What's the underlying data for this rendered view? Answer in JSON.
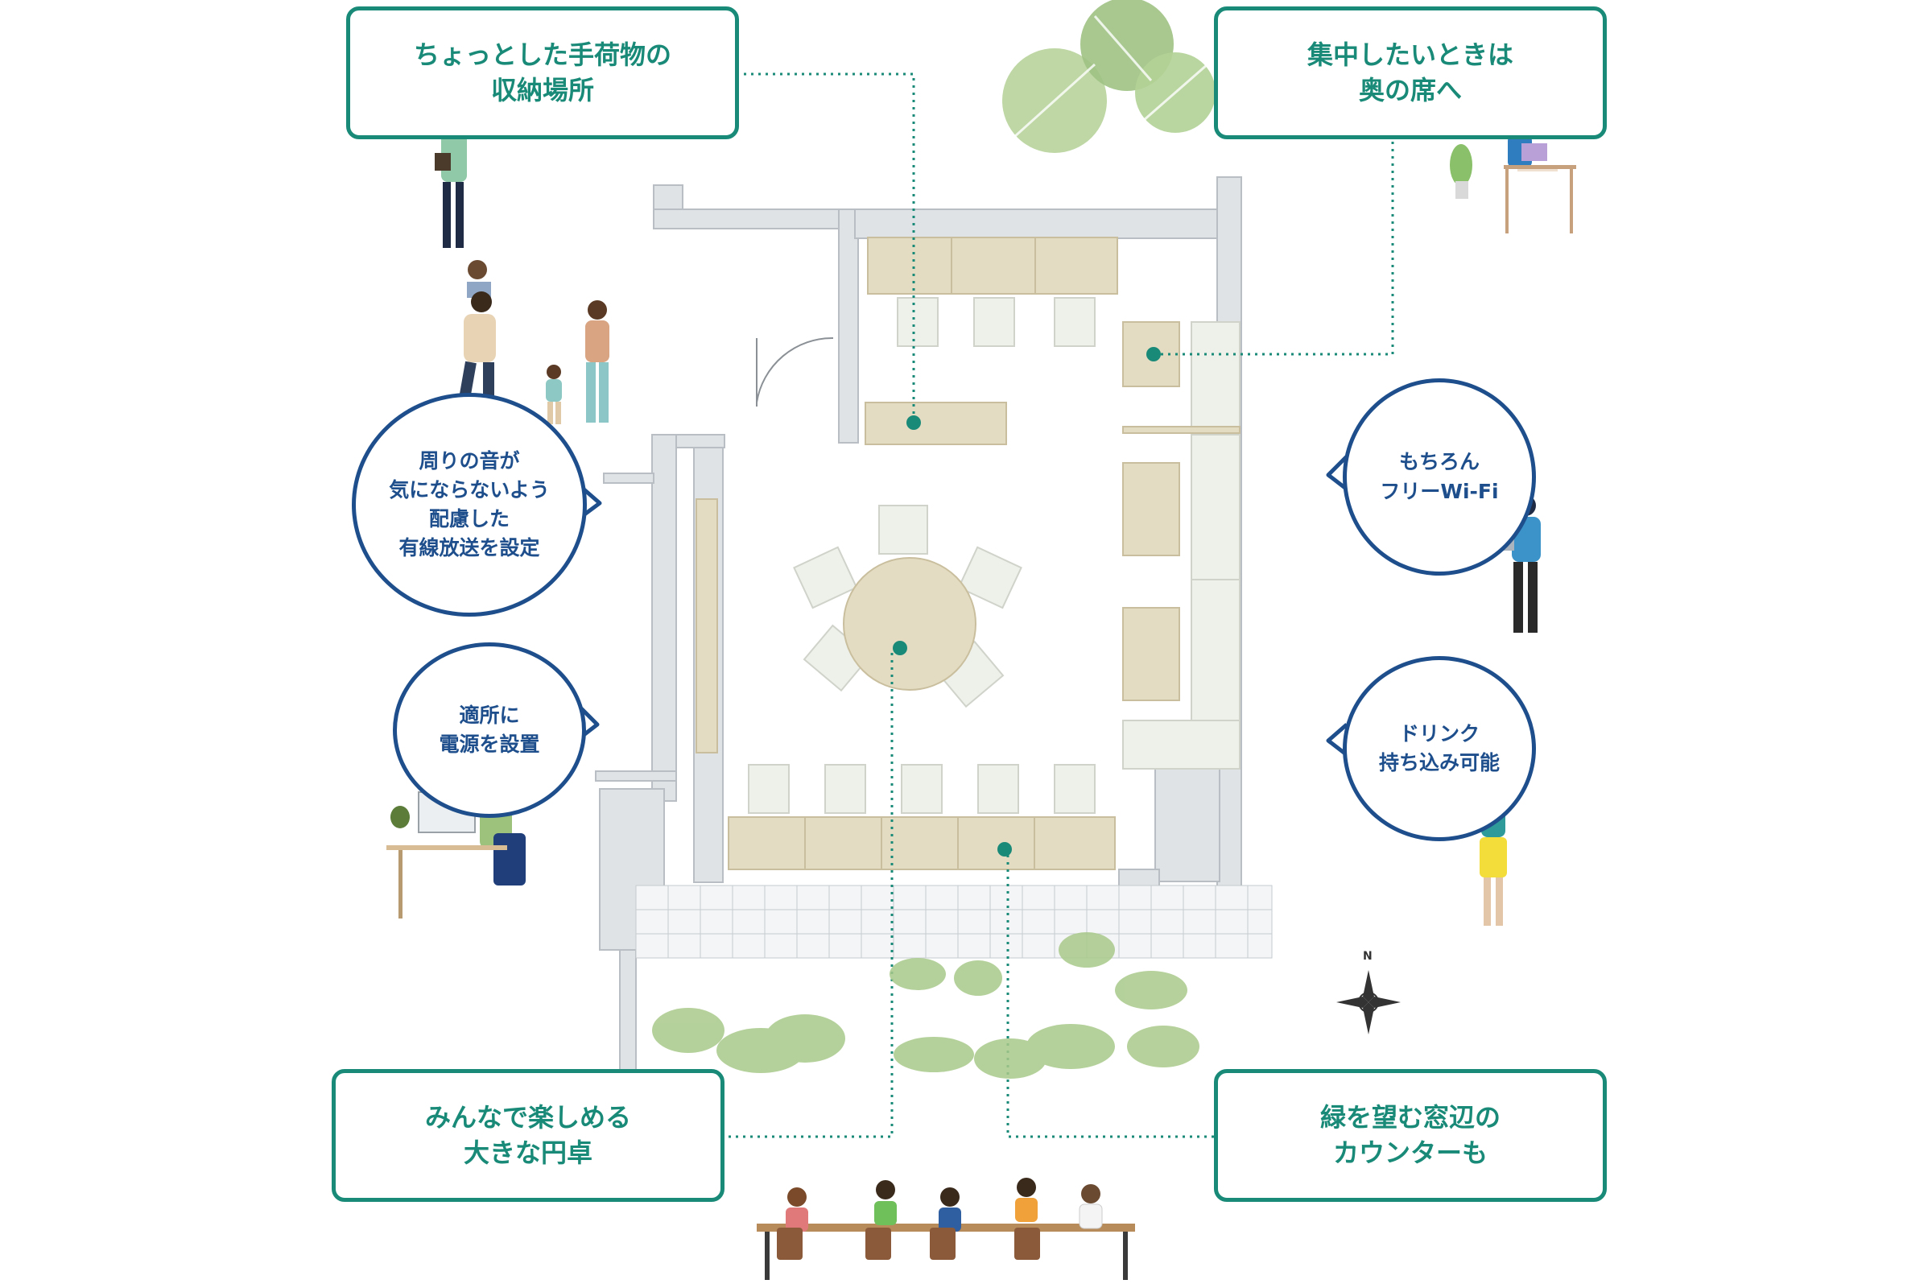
{
  "callouts": {
    "storage": [
      "ちょっとした手荷物の",
      "収納場所"
    ],
    "focus": [
      "集中したいときは",
      "奥の席へ"
    ],
    "round_table": [
      "みんなで楽しめる",
      "大きな円卓"
    ],
    "window_counter": [
      "緑を望む窓辺の",
      "カウンターも"
    ]
  },
  "bubbles": {
    "sound": [
      "周りの音が",
      "気にならないよう",
      "配慮した",
      "有線放送を設定"
    ],
    "power": [
      "適所に",
      "電源を設置"
    ],
    "wifi": [
      "もちろん",
      "フリーWi-Fi"
    ],
    "drink": [
      "ドリンク",
      "持ち込み可能"
    ]
  },
  "compass": {
    "north_label": "N"
  },
  "colors": {
    "callout_border": "#1a8a78",
    "bubble_border": "#1e4f8c",
    "wall": "#dfe3e6",
    "furniture": "#e4dcc2",
    "seat": "#eef0ea",
    "leaf": "#a9c98a"
  }
}
